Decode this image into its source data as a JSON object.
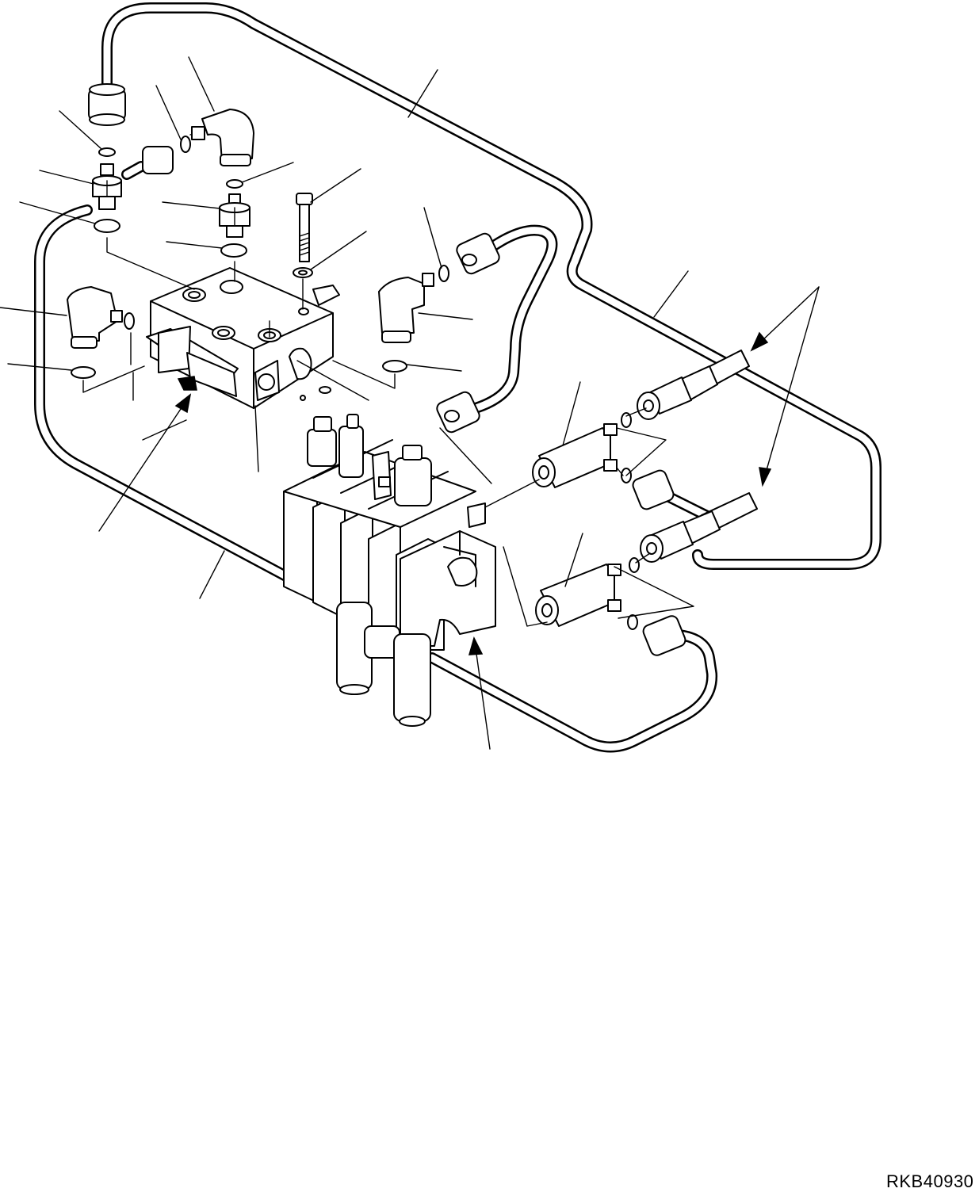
{
  "diagram": {
    "drawing_code": "RKB40930",
    "components": [
      "control-valve-assembly",
      "auxiliary-valve-block",
      "hydraulic-pipe",
      "elbow-fitting",
      "tee-fitting",
      "adapter-fitting",
      "o-ring",
      "mounting-bolt",
      "washer",
      "hose-assembly",
      "quick-coupler"
    ]
  }
}
